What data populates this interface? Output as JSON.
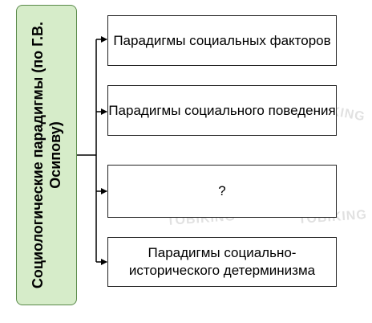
{
  "diagram": {
    "root_label": "Социологические парадигмы (по Г.В. Осипову)",
    "boxes": [
      "Парадигмы социальных факторов",
      "Парадигмы социального поведения",
      "?",
      "Парадигмы социально-исторического детерминизма"
    ]
  },
  "watermarks": [
    "TOBIKING",
    "TOBIKING",
    "TOBIKING"
  ],
  "colors": {
    "root_fill": "#d6ecc9",
    "root_border": "#5a8a4a",
    "box_border": "#222222",
    "connector": "#000000"
  }
}
